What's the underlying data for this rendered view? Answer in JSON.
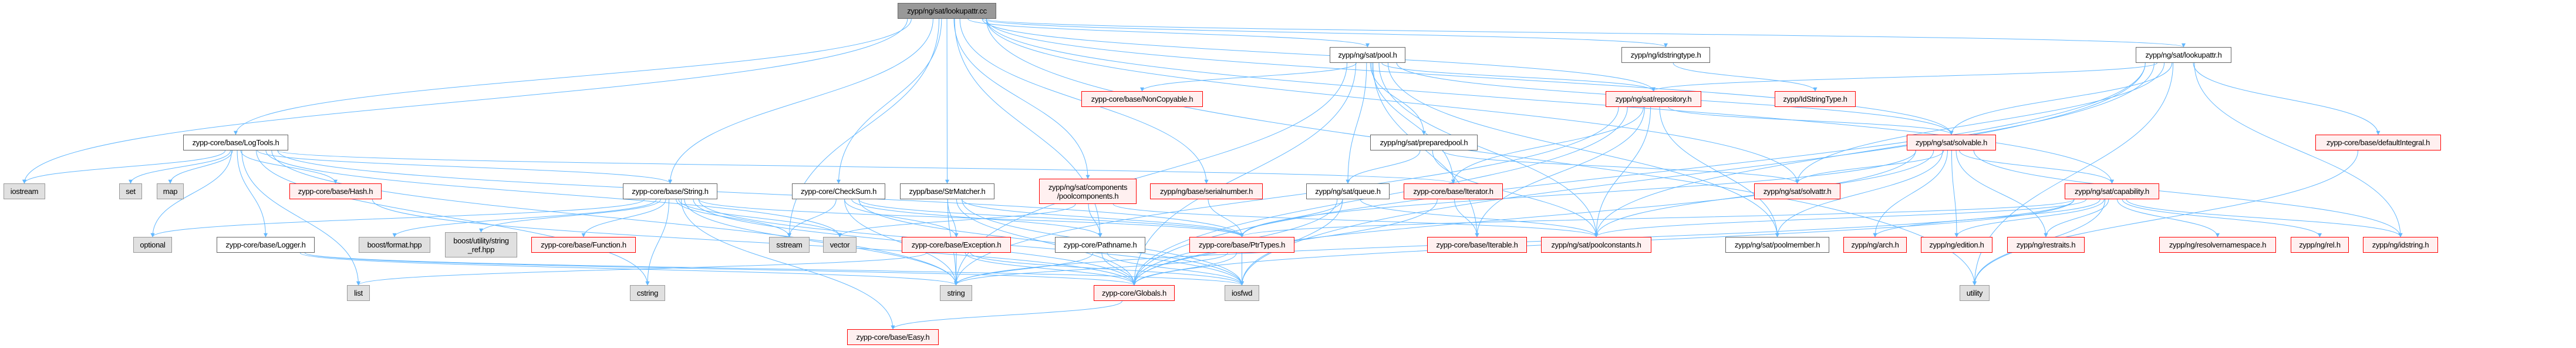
{
  "colors": {
    "edge": "#63b8ff",
    "root_fill": "#999999",
    "external_fill": "#e0e0e0",
    "incomplete_border": "#ff0000",
    "incomplete_fill": "#fff0f0"
  },
  "nodes": {
    "cc": {
      "label": "zypp/ng/sat/lookupattr.cc",
      "kind": "root"
    },
    "pool": {
      "label": "zypp/ng/sat/pool.h",
      "kind": "white"
    },
    "idstringtype": {
      "label": "zypp/ng/idstringtype.h",
      "kind": "white"
    },
    "lookupattr_h": {
      "label": "zypp/ng/sat/lookupattr.h",
      "kind": "white"
    },
    "noncopyable": {
      "label": "zypp-core/base/NonCopyable.h",
      "kind": "red"
    },
    "repository": {
      "label": "zypp/ng/sat/repository.h",
      "kind": "red"
    },
    "IdStringType_h": {
      "label": "zypp/IdStringType.h",
      "kind": "red"
    },
    "logtools": {
      "label": "zypp-core/base/LogTools.h",
      "kind": "white"
    },
    "preparedpool": {
      "label": "zypp/ng/sat/preparedpool.h",
      "kind": "white"
    },
    "solvable": {
      "label": "zypp/ng/sat/solvable.h",
      "kind": "red"
    },
    "defaultintegral": {
      "label": "zypp-core/base/defaultIntegral.h",
      "kind": "red"
    },
    "iostream": {
      "label": "iostream",
      "kind": "gray"
    },
    "set": {
      "label": "set",
      "kind": "gray"
    },
    "map": {
      "label": "map",
      "kind": "gray"
    },
    "hash": {
      "label": "zypp-core/base/Hash.h",
      "kind": "red"
    },
    "string_h": {
      "label": "zypp-core/base/String.h",
      "kind": "white"
    },
    "checksum": {
      "label": "zypp-core/CheckSum.h",
      "kind": "white"
    },
    "strmatcher": {
      "label": "zypp/base/StrMatcher.h",
      "kind": "white"
    },
    "poolcomponents": {
      "label": "zypp/ng/sat/components\n/poolcomponents.h",
      "kind": "red"
    },
    "serialnumber": {
      "label": "zypp/ng/base/serialnumber.h",
      "kind": "red"
    },
    "queue": {
      "label": "zypp/ng/sat/queue.h",
      "kind": "white"
    },
    "iterator": {
      "label": "zypp-core/base/Iterator.h",
      "kind": "red"
    },
    "solvattr": {
      "label": "zypp/ng/sat/solvattr.h",
      "kind": "red"
    },
    "capability": {
      "label": "zypp/ng/sat/capability.h",
      "kind": "red"
    },
    "optional": {
      "label": "optional",
      "kind": "gray"
    },
    "logger": {
      "label": "zypp-core/base/Logger.h",
      "kind": "white"
    },
    "boost_format": {
      "label": "boost/format.hpp",
      "kind": "gray"
    },
    "boost_string_ref": {
      "label": "boost/utility/string\n_ref.hpp",
      "kind": "gray"
    },
    "function": {
      "label": "zypp-core/base/Function.h",
      "kind": "red"
    },
    "sstream": {
      "label": "sstream",
      "kind": "gray"
    },
    "vector": {
      "label": "vector",
      "kind": "gray"
    },
    "exception": {
      "label": "zypp-core/base/Exception.h",
      "kind": "red"
    },
    "pathname": {
      "label": "zypp-core/Pathname.h",
      "kind": "white"
    },
    "ptrtypes": {
      "label": "zypp-core/base/PtrTypes.h",
      "kind": "red"
    },
    "iterable": {
      "label": "zypp-core/base/Iterable.h",
      "kind": "red"
    },
    "poolconstants": {
      "label": "zypp/ng/sat/poolconstants.h",
      "kind": "red"
    },
    "poolmember": {
      "label": "zypp/ng/sat/poolmember.h",
      "kind": "white"
    },
    "arch": {
      "label": "zypp/ng/arch.h",
      "kind": "red"
    },
    "edition": {
      "label": "zypp/ng/edition.h",
      "kind": "red"
    },
    "restraits": {
      "label": "zypp/ng/restraits.h",
      "kind": "red"
    },
    "resolvernamespace": {
      "label": "zypp/ng/resolvernamespace.h",
      "kind": "red"
    },
    "rel": {
      "label": "zypp/ng/rel.h",
      "kind": "red"
    },
    "idstring": {
      "label": "zypp/ng/idstring.h",
      "kind": "red"
    },
    "list": {
      "label": "list",
      "kind": "gray"
    },
    "cstring": {
      "label": "cstring",
      "kind": "gray"
    },
    "string": {
      "label": "string",
      "kind": "gray"
    },
    "globals": {
      "label": "zypp-core/Globals.h",
      "kind": "red"
    },
    "iosfwd": {
      "label": "iosfwd",
      "kind": "gray"
    },
    "utility": {
      "label": "utility",
      "kind": "gray"
    },
    "easy": {
      "label": "zypp-core/base/Easy.h",
      "kind": "red"
    }
  },
  "edges": [
    [
      "cc",
      "logtools"
    ],
    [
      "cc",
      "iostream"
    ],
    [
      "cc",
      "string_h"
    ],
    [
      "cc",
      "checksum"
    ],
    [
      "cc",
      "sstream"
    ],
    [
      "cc",
      "strmatcher"
    ],
    [
      "cc",
      "pool"
    ],
    [
      "cc",
      "idstringtype"
    ],
    [
      "cc",
      "lookupattr_h"
    ],
    [
      "cc",
      "repository"
    ],
    [
      "cc",
      "solvable"
    ],
    [
      "cc",
      "poolcomponents"
    ],
    [
      "cc",
      "serialnumber"
    ],
    [
      "cc",
      "pathname"
    ],
    [
      "cc",
      "capability"
    ],
    [
      "cc",
      "utility"
    ],
    [
      "cc",
      "solvattr"
    ],
    [
      "logtools",
      "iostream"
    ],
    [
      "logtools",
      "set"
    ],
    [
      "logtools",
      "map"
    ],
    [
      "logtools",
      "hash"
    ],
    [
      "logtools",
      "string_h"
    ],
    [
      "logtools",
      "optional"
    ],
    [
      "logtools",
      "logger"
    ],
    [
      "logtools",
      "list"
    ],
    [
      "logtools",
      "vector"
    ],
    [
      "logtools",
      "cstring"
    ],
    [
      "logtools",
      "string"
    ],
    [
      "logtools",
      "iterator"
    ],
    [
      "logtools",
      "ptrtypes"
    ],
    [
      "string_h",
      "optional"
    ],
    [
      "string_h",
      "boost_format"
    ],
    [
      "string_h",
      "boost_string_ref"
    ],
    [
      "string_h",
      "function"
    ],
    [
      "string_h",
      "sstream"
    ],
    [
      "string_h",
      "vector"
    ],
    [
      "string_h",
      "string"
    ],
    [
      "string_h",
      "cstring"
    ],
    [
      "string_h",
      "easy"
    ],
    [
      "string_h",
      "ptrtypes"
    ],
    [
      "string_h",
      "globals"
    ],
    [
      "string_h",
      "iosfwd"
    ],
    [
      "logger",
      "string"
    ],
    [
      "logger",
      "globals"
    ],
    [
      "logger",
      "iosfwd"
    ],
    [
      "hash",
      "globals"
    ],
    [
      "checksum",
      "sstream"
    ],
    [
      "checksum",
      "string"
    ],
    [
      "checksum",
      "exception"
    ],
    [
      "checksum",
      "pathname"
    ],
    [
      "checksum",
      "ptrtypes"
    ],
    [
      "checksum",
      "iosfwd"
    ],
    [
      "strmatcher",
      "exception"
    ],
    [
      "strmatcher",
      "string"
    ],
    [
      "strmatcher",
      "ptrtypes"
    ],
    [
      "strmatcher",
      "globals"
    ],
    [
      "strmatcher",
      "iosfwd"
    ],
    [
      "exception",
      "string"
    ],
    [
      "exception",
      "list"
    ],
    [
      "exception",
      "iosfwd"
    ],
    [
      "exception",
      "globals"
    ],
    [
      "pathname",
      "string"
    ],
    [
      "pathname",
      "globals"
    ],
    [
      "pathname",
      "iosfwd"
    ],
    [
      "ptrtypes",
      "globals"
    ],
    [
      "ptrtypes",
      "iosfwd"
    ],
    [
      "ptrtypes",
      "string"
    ],
    [
      "globals",
      "easy"
    ],
    [
      "pool",
      "noncopyable"
    ],
    [
      "pool",
      "repository"
    ],
    [
      "pool",
      "preparedpool"
    ],
    [
      "pool",
      "queue"
    ],
    [
      "pool",
      "iterable"
    ],
    [
      "pool",
      "poolconstants"
    ],
    [
      "pool",
      "solvable"
    ],
    [
      "pool",
      "poolmember"
    ],
    [
      "pool",
      "iterator"
    ],
    [
      "pool",
      "globals"
    ],
    [
      "pool",
      "string"
    ],
    [
      "idstringtype",
      "IdStringType_h"
    ],
    [
      "lookupattr_h",
      "solvable"
    ],
    [
      "lookupattr_h",
      "solvattr"
    ],
    [
      "lookupattr_h",
      "defaultintegral"
    ],
    [
      "lookupattr_h",
      "repository"
    ],
    [
      "lookupattr_h",
      "poolconstants"
    ],
    [
      "lookupattr_h",
      "idstring"
    ],
    [
      "lookupattr_h",
      "utility"
    ],
    [
      "lookupattr_h",
      "iosfwd"
    ],
    [
      "lookupattr_h",
      "globals"
    ],
    [
      "repository",
      "solvable"
    ],
    [
      "repository",
      "iterable"
    ],
    [
      "repository",
      "poolconstants"
    ],
    [
      "repository",
      "iterator"
    ],
    [
      "repository",
      "globals"
    ],
    [
      "repository",
      "poolmember"
    ],
    [
      "repository",
      "string"
    ],
    [
      "preparedpool",
      "queue"
    ],
    [
      "preparedpool",
      "solvattr"
    ],
    [
      "preparedpool",
      "poolconstants"
    ],
    [
      "queue",
      "poolconstants"
    ],
    [
      "queue",
      "ptrtypes"
    ],
    [
      "queue",
      "iosfwd"
    ],
    [
      "queue",
      "globals"
    ],
    [
      "iterator",
      "iterable"
    ],
    [
      "iterator",
      "globals"
    ],
    [
      "solvable",
      "solvattr"
    ],
    [
      "solvable",
      "capability"
    ],
    [
      "solvable",
      "poolconstants"
    ],
    [
      "solvable",
      "arch"
    ],
    [
      "solvable",
      "edition"
    ],
    [
      "solvable",
      "restraits"
    ],
    [
      "solvable",
      "idstring"
    ],
    [
      "solvable",
      "poolmember"
    ],
    [
      "solvable",
      "ptrtypes"
    ],
    [
      "solvable",
      "globals"
    ],
    [
      "capability",
      "edition"
    ],
    [
      "capability",
      "restraits"
    ],
    [
      "capability",
      "resolvernamespace"
    ],
    [
      "capability",
      "rel"
    ],
    [
      "capability",
      "idstring"
    ],
    [
      "capability",
      "poolconstants"
    ],
    [
      "capability",
      "arch"
    ],
    [
      "capability",
      "utility"
    ],
    [
      "capability",
      "string"
    ],
    [
      "capability",
      "globals"
    ],
    [
      "capability",
      "ptrtypes"
    ],
    [
      "defaultintegral",
      "utility"
    ],
    [
      "poolcomponents",
      "vector"
    ],
    [
      "poolcomponents",
      "pathname"
    ],
    [
      "poolcomponents",
      "poolconstants"
    ],
    [
      "serialnumber",
      "ptrtypes"
    ]
  ]
}
